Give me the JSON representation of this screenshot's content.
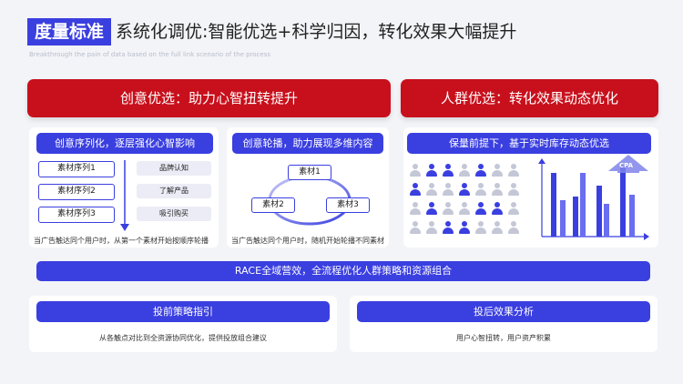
{
  "header": {
    "tag": "度量标准",
    "title": "系统化调优:智能优选+科学归因，转化效果大幅提升",
    "subtitle": "Breakthrough the pain of data based on the full link scenario of the process"
  },
  "left_section": {
    "banner": "创意优选：助力心智扭转提升",
    "card1": {
      "pill": "创意序列化，逐层强化心智影响",
      "sequences": [
        "素材序列1",
        "素材序列2",
        "素材序列3"
      ],
      "tags": [
        "品牌认知",
        "了解产品",
        "吸引购买"
      ],
      "caption": "当广告触达同个用户时，从第一个素材开始按顺序轮播"
    },
    "card2": {
      "pill": "创意轮播，助力展现多维内容",
      "materials": [
        "素材1",
        "素材2",
        "素材3"
      ],
      "caption": "当广告触达同个用户时，随机开始轮播不同素材"
    }
  },
  "right_section": {
    "banner": "人群优选：转化效果动态优化",
    "card": {
      "pill": "保量前提下，基于实时库存动态优选",
      "arrow_label": "CPA"
    }
  },
  "race": {
    "bar": "RACE全域营效，全流程优化人群策略和资源组合"
  },
  "bottom": {
    "left": {
      "pill": "投前策略指引",
      "caption": "从各触点对比到全资源协同优化，提供投放组合建议"
    },
    "right": {
      "pill": "投后效果分析",
      "caption": "用户心智扭转，用户资产积累"
    }
  },
  "colors": {
    "accent": "#3a3fe0",
    "red": "#c8101c",
    "bar_light": "#6a6ef0",
    "person_gray": "#c4c7d6"
  }
}
